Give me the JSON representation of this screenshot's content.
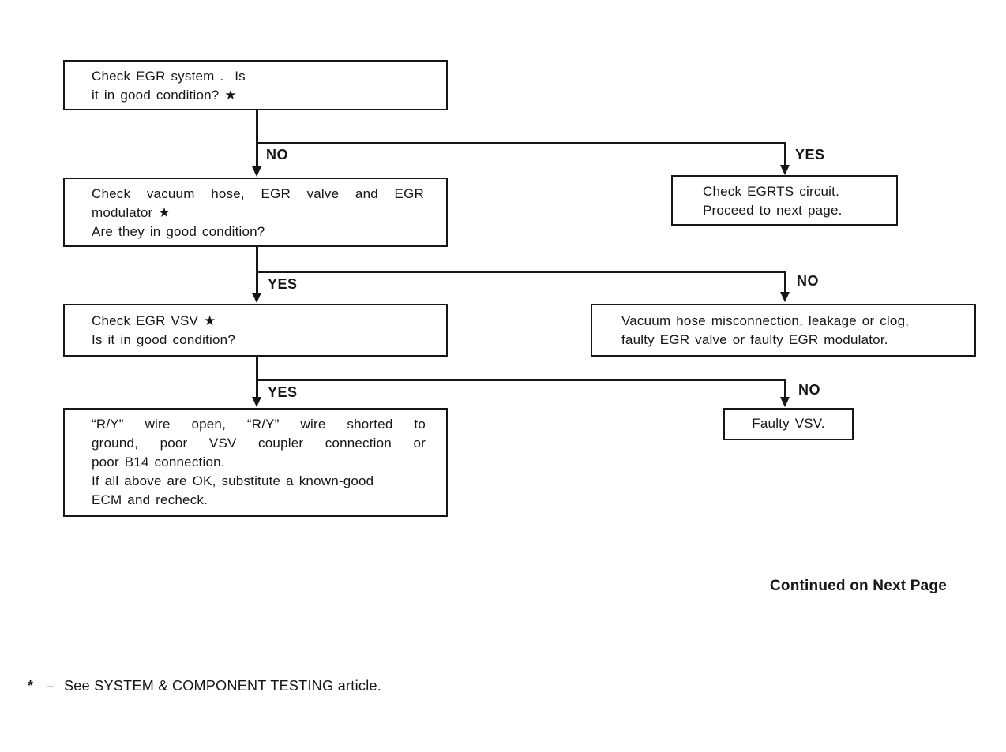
{
  "page": {
    "background": "#ffffff",
    "ink": "#161616"
  },
  "flowchart": {
    "nodes": {
      "q1": {
        "role": "question",
        "lines": [
          "Check EGR system .  Is",
          "it in good condition? ★"
        ]
      },
      "q2": {
        "role": "question",
        "lines": [
          "Check vacuum hose, EGR valve and EGR",
          "modulator ★",
          "Are they in good condition?"
        ]
      },
      "a1": {
        "role": "action",
        "lines": [
          "Check EGRTS circuit.",
          "Proceed to next page."
        ]
      },
      "q3": {
        "role": "question",
        "lines": [
          "Check EGR VSV ★",
          "Is it in good condition?"
        ]
      },
      "a2": {
        "role": "result",
        "lines": [
          "Vacuum hose misconnection, leakage or clog,",
          "faulty EGR valve or faulty EGR modulator."
        ]
      },
      "q4": {
        "role": "result",
        "lines": [
          "“R/Y” wire open, “R/Y” wire shorted to",
          "ground, poor VSV coupler connection or",
          "poor B14 connection.",
          "If all above are OK, substitute a known-good",
          "ECM and recheck."
        ]
      },
      "a3": {
        "role": "result",
        "lines": [
          "Faulty VSV."
        ]
      }
    },
    "edges": [
      {
        "from": "q1",
        "to": "q2",
        "label": "NO"
      },
      {
        "from": "q1",
        "to": "a1",
        "label": "YES"
      },
      {
        "from": "q2",
        "to": "q3",
        "label": "YES"
      },
      {
        "from": "q2",
        "to": "a2",
        "label": "NO"
      },
      {
        "from": "q3",
        "to": "q4",
        "label": "YES"
      },
      {
        "from": "q3",
        "to": "a3",
        "label": "NO"
      }
    ],
    "continued_note": "Continued on Next Page",
    "footnote": {
      "symbol": "*",
      "dash": "–",
      "text": "See SYSTEM & COMPONENT TESTING article."
    }
  }
}
